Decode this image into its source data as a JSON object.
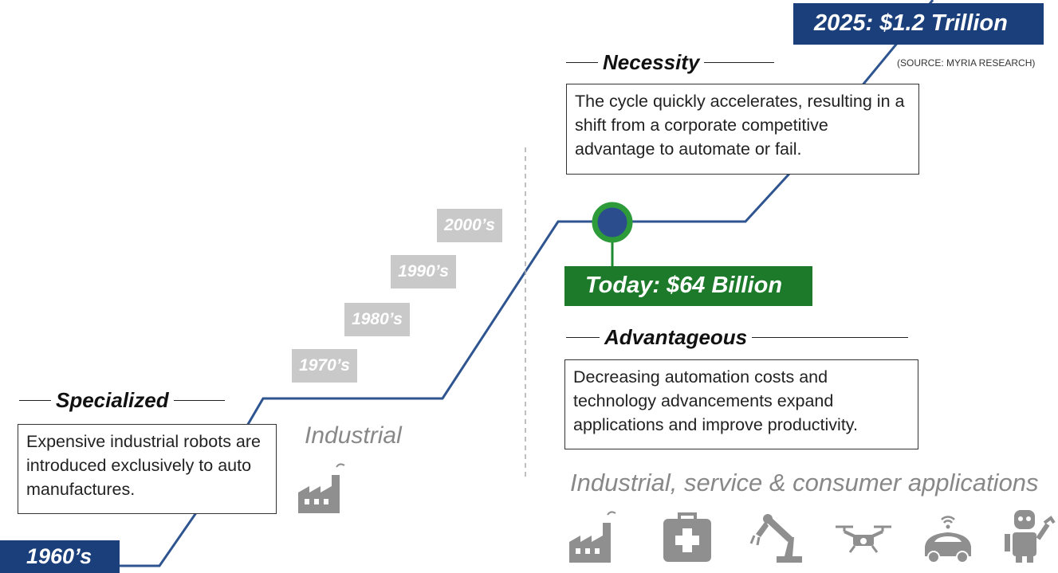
{
  "forecast_banner": "2025: $1.2 Trillion",
  "source_note": "(SOURCE: MYRIA RESEARCH)",
  "today_banner": "Today: $64 Billion",
  "start_banner": "1960’s",
  "decades": [
    "1970’s",
    "1980’s",
    "1990’s",
    "2000’s"
  ],
  "phases": {
    "specialized": {
      "heading": "Specialized",
      "text": "Expensive industrial robots are introduced exclusively to auto manufactures."
    },
    "advantageous": {
      "heading": "Advantageous",
      "text": "Decreasing automation costs and technology advancements expand applications and improve productivity."
    },
    "necessity": {
      "heading": "Necessity",
      "text": "The cycle quickly accelerates, resulting in a shift from a corporate competitive advantage to automate or fail."
    }
  },
  "captions": {
    "industrial": "Industrial",
    "applications": "Industrial, service & consumer applications"
  },
  "icons": [
    "factory-icon",
    "medical-kit-icon",
    "robotic-arm-icon",
    "drone-icon",
    "connected-car-icon",
    "service-robot-icon"
  ],
  "colors": {
    "line": "#2f5591",
    "navy": "#1a3f7a",
    "green": "#1c7a2a",
    "decade_gray": "#c9c9c9",
    "icon_gray": "#8f8f8f"
  }
}
